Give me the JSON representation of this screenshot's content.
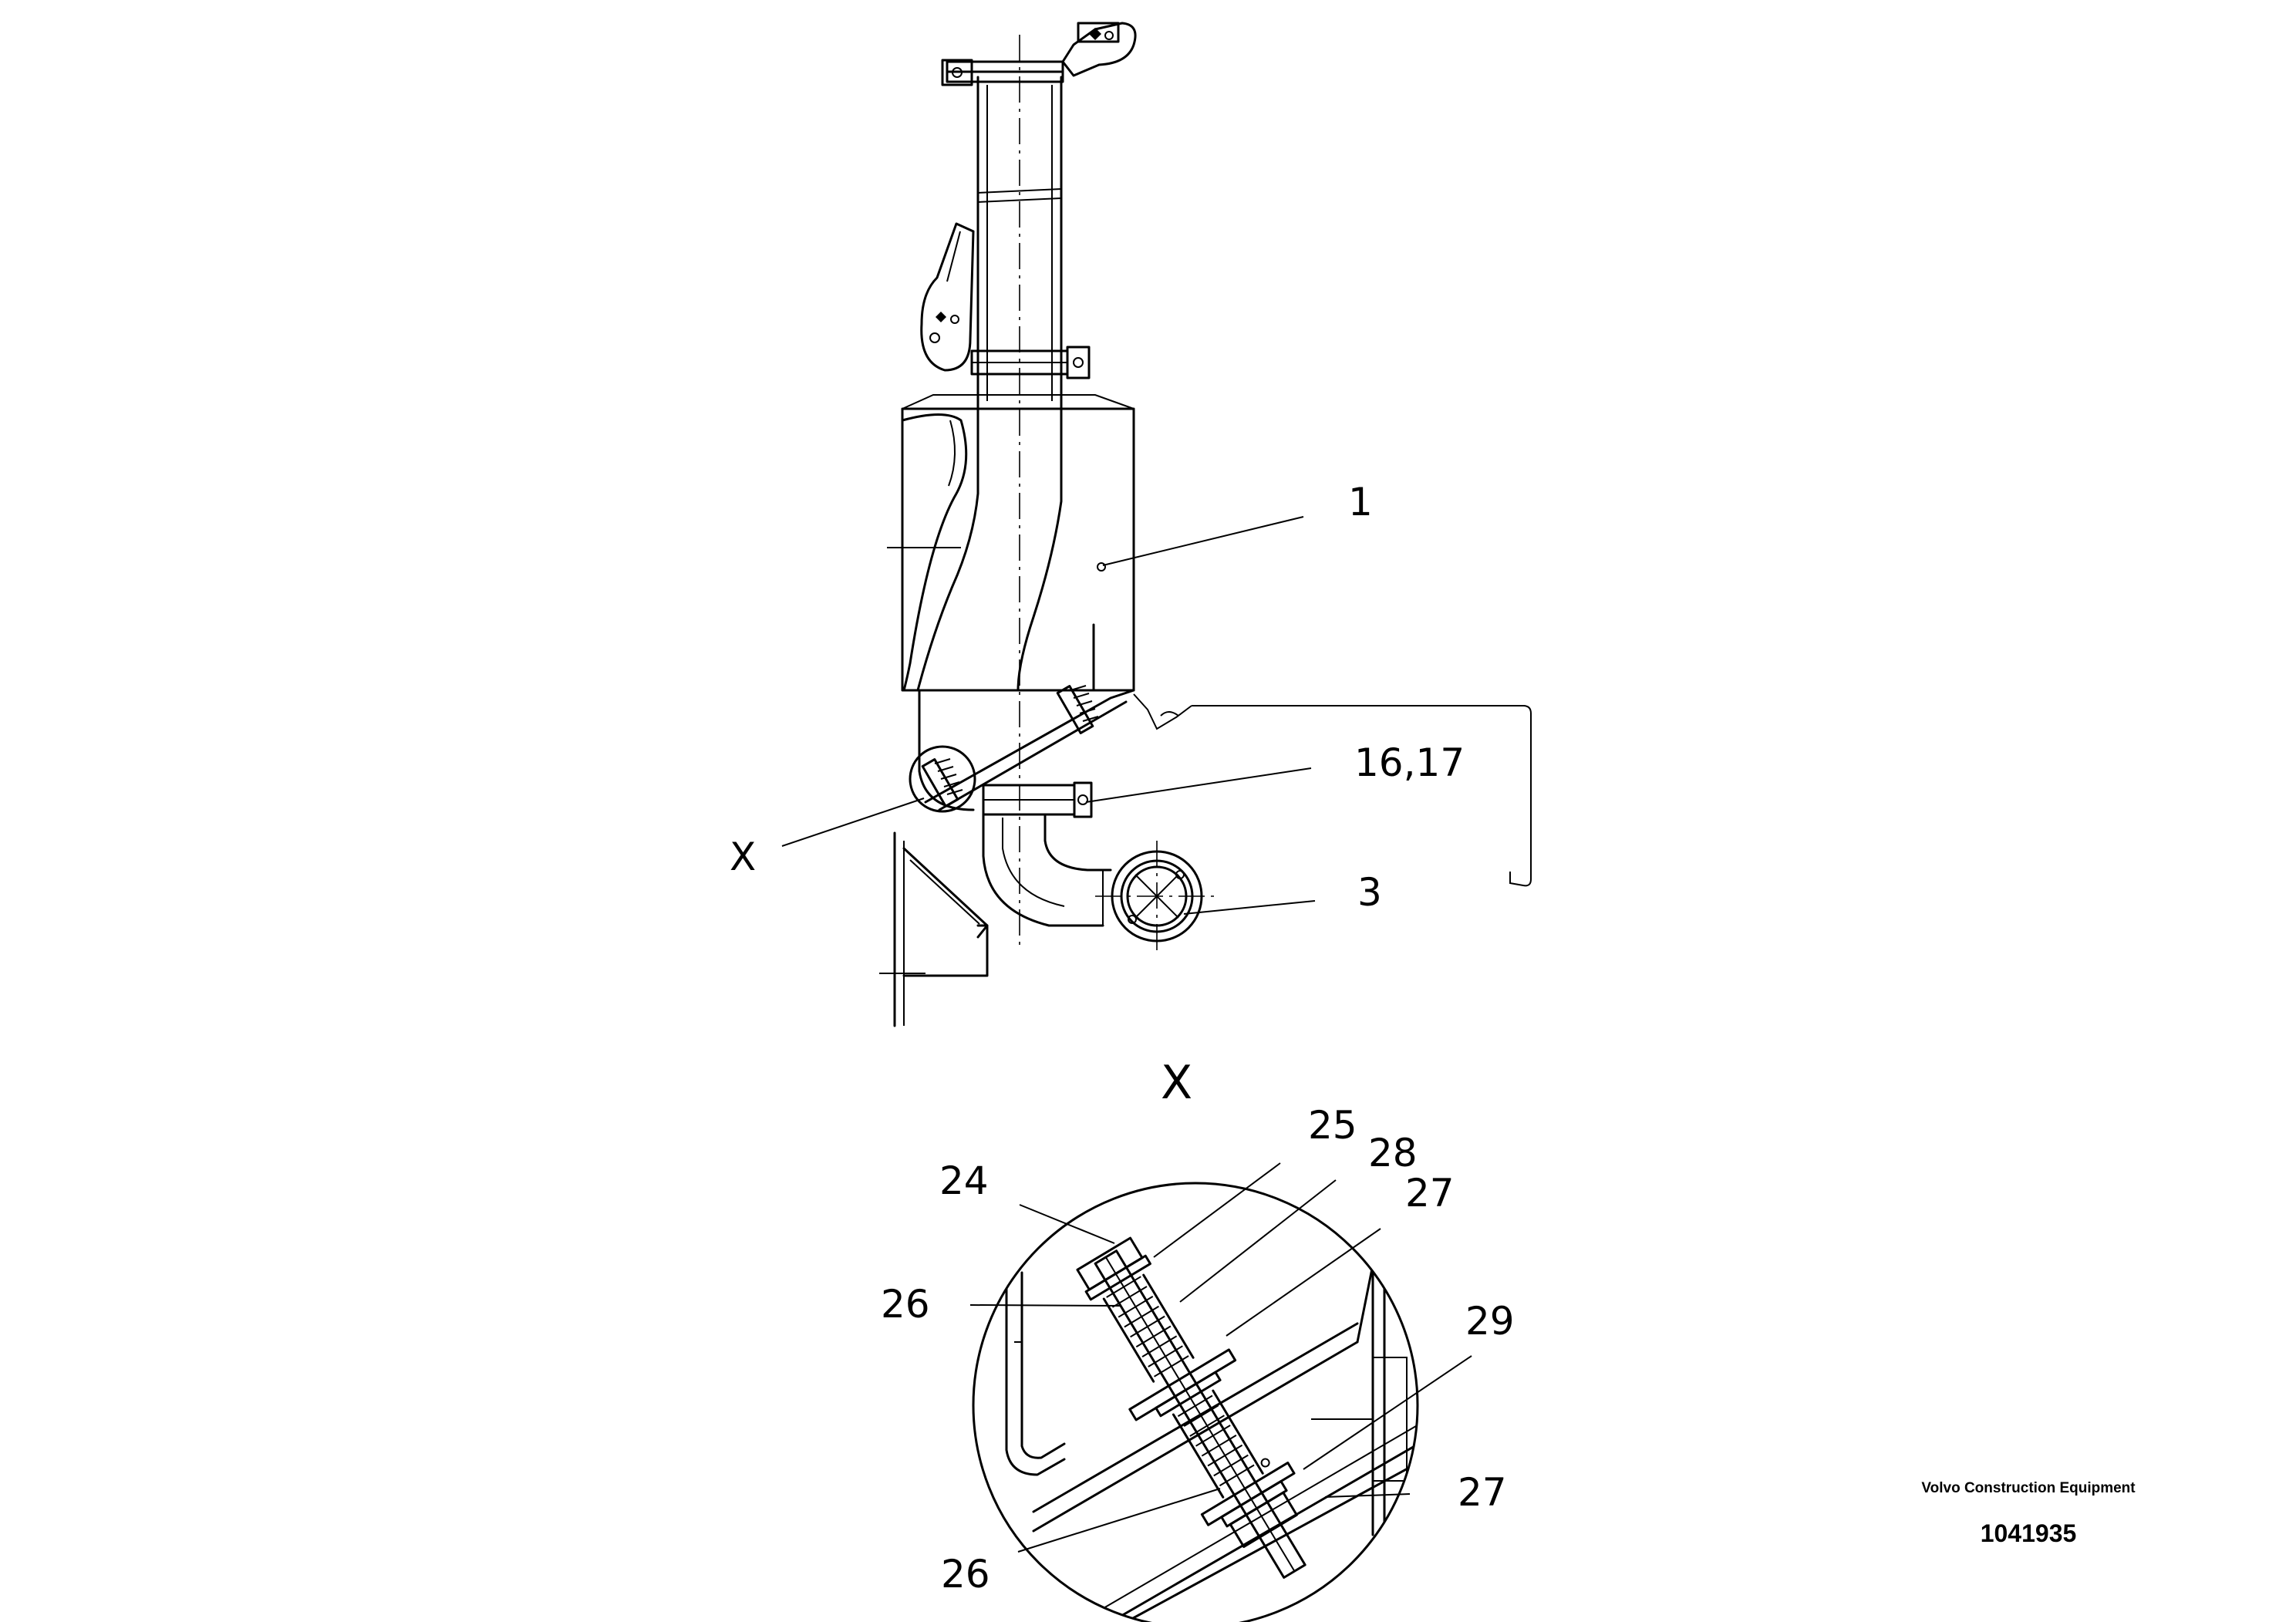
{
  "drawing": {
    "callouts": {
      "c1": "1",
      "c1617": "16,17",
      "c3": "3",
      "cX": "X",
      "c24": "24",
      "c25": "25",
      "c28": "28",
      "c27a": "27",
      "c26a": "26",
      "c29": "29",
      "c27b": "27",
      "c26b": "26"
    },
    "detail_title": "X"
  },
  "credits": {
    "brand": "Volvo Construction Equipment",
    "drawing_number": "1041935"
  }
}
